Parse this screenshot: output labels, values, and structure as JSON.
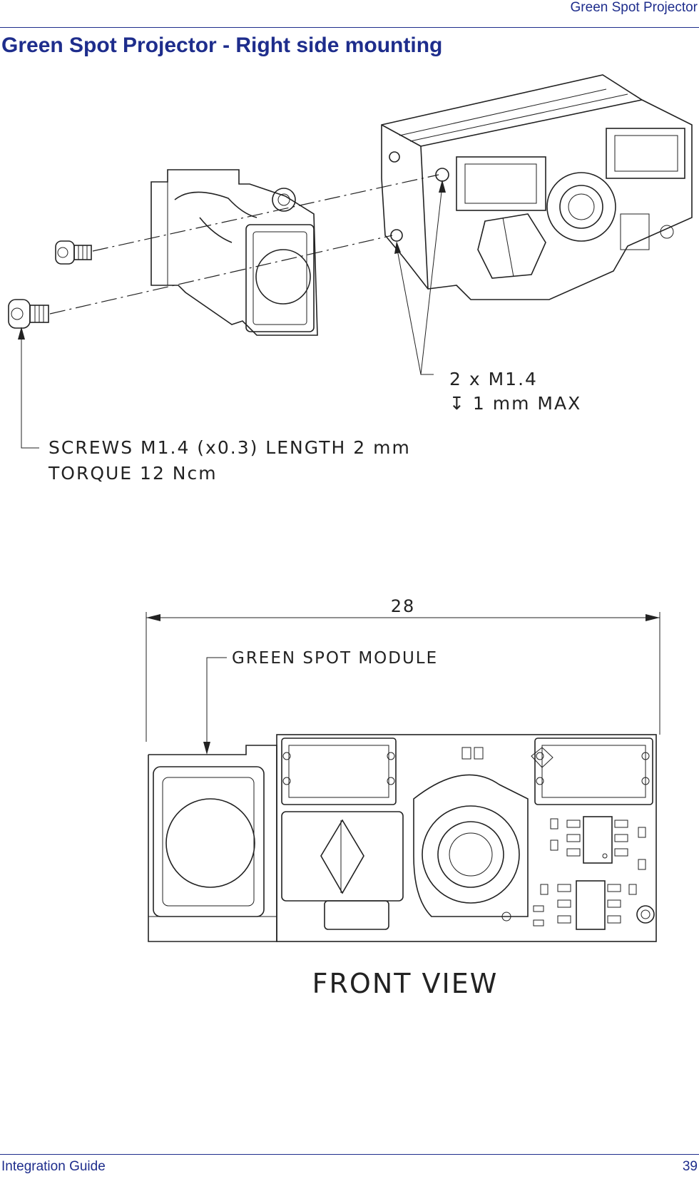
{
  "header": {
    "section_title": "Green Spot Projector"
  },
  "page": {
    "heading": "Green Spot Projector - Right side mounting"
  },
  "figure_top": {
    "callout_holes_line1": "2 x M1.4",
    "callout_holes_line2": "↧ 1 mm MAX",
    "callout_screws_line1": "SCREWS M1.4 (x0.3) LENGTH 2 mm",
    "callout_screws_line2": "TORQUE 12 Ncm"
  },
  "figure_bottom": {
    "dimension": "28",
    "module_label": "GREEN SPOT MODULE",
    "view_label": "FRONT VIEW"
  },
  "footer": {
    "document_title": "Integration Guide",
    "page_number": "39"
  }
}
